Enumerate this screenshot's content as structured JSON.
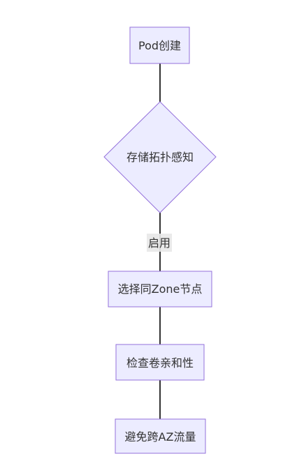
{
  "diagram": {
    "type": "flowchart",
    "direction": "top-down",
    "colors": {
      "node_fill": "#ECECFF",
      "node_stroke": "#9370DB",
      "edge": "#333333",
      "text": "#333333",
      "edge_label_bg": "#E8E8E8"
    },
    "nodes": {
      "pod_create": {
        "label": "Pod创建",
        "shape": "rect"
      },
      "topology_aware": {
        "label": "存储拓扑感知",
        "shape": "diamond"
      },
      "select_zone": {
        "label": "选择同Zone节点",
        "shape": "rect"
      },
      "check_affinity": {
        "label": "检查卷亲和性",
        "shape": "rect"
      },
      "avoid_az": {
        "label": "避免跨AZ流量",
        "shape": "rect"
      }
    },
    "edges": [
      {
        "from": "pod_create",
        "to": "topology_aware",
        "label": ""
      },
      {
        "from": "topology_aware",
        "to": "select_zone",
        "label": "启用"
      },
      {
        "from": "select_zone",
        "to": "check_affinity",
        "label": ""
      },
      {
        "from": "check_affinity",
        "to": "avoid_az",
        "label": ""
      }
    ]
  }
}
